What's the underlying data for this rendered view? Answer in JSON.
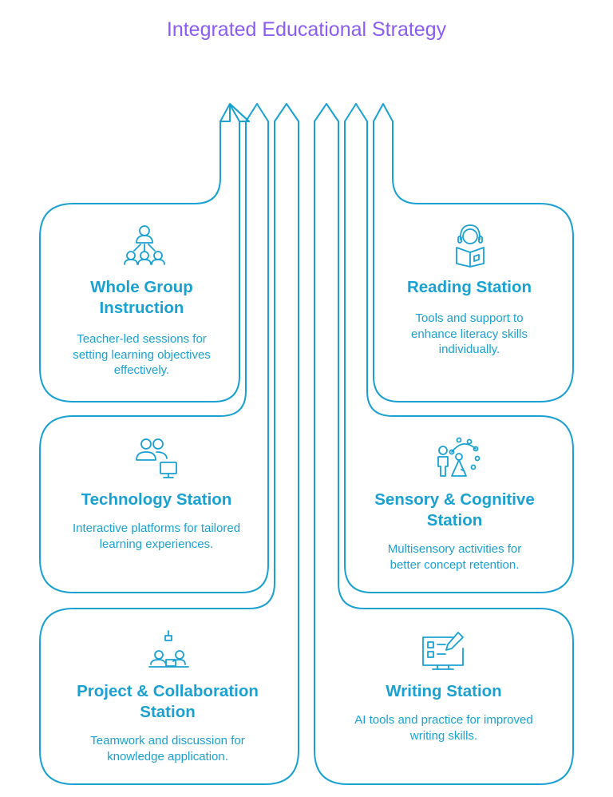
{
  "title": "Integrated Educational Strategy",
  "colors": {
    "title": "#8a5cf5",
    "accent": "#1aa1d2",
    "background": "#ffffff"
  },
  "cards": [
    {
      "id": "whole-group",
      "title": "Whole Group Instruction",
      "description": "Teacher-led sessions for setting learning objectives effectively.",
      "icon": "group-instruction-icon"
    },
    {
      "id": "reading",
      "title": "Reading Station",
      "description": "Tools and support to enhance literacy skills individually.",
      "icon": "reader-with-headphones-icon"
    },
    {
      "id": "technology",
      "title": "Technology Station",
      "description": "Interactive platforms for tailored learning experiences.",
      "icon": "users-with-monitor-icon"
    },
    {
      "id": "sensory",
      "title": "Sensory & Cognitive Station",
      "description": "Multisensory activities for better concept retention.",
      "icon": "sensory-play-icon"
    },
    {
      "id": "project",
      "title": "Project & Collaboration Station",
      "description": "Teamwork and discussion for knowledge application.",
      "icon": "collaboration-table-icon"
    },
    {
      "id": "writing",
      "title": "Writing Station",
      "description": "AI tools and practice for improved writing skills.",
      "icon": "screen-with-pencil-icon"
    }
  ]
}
